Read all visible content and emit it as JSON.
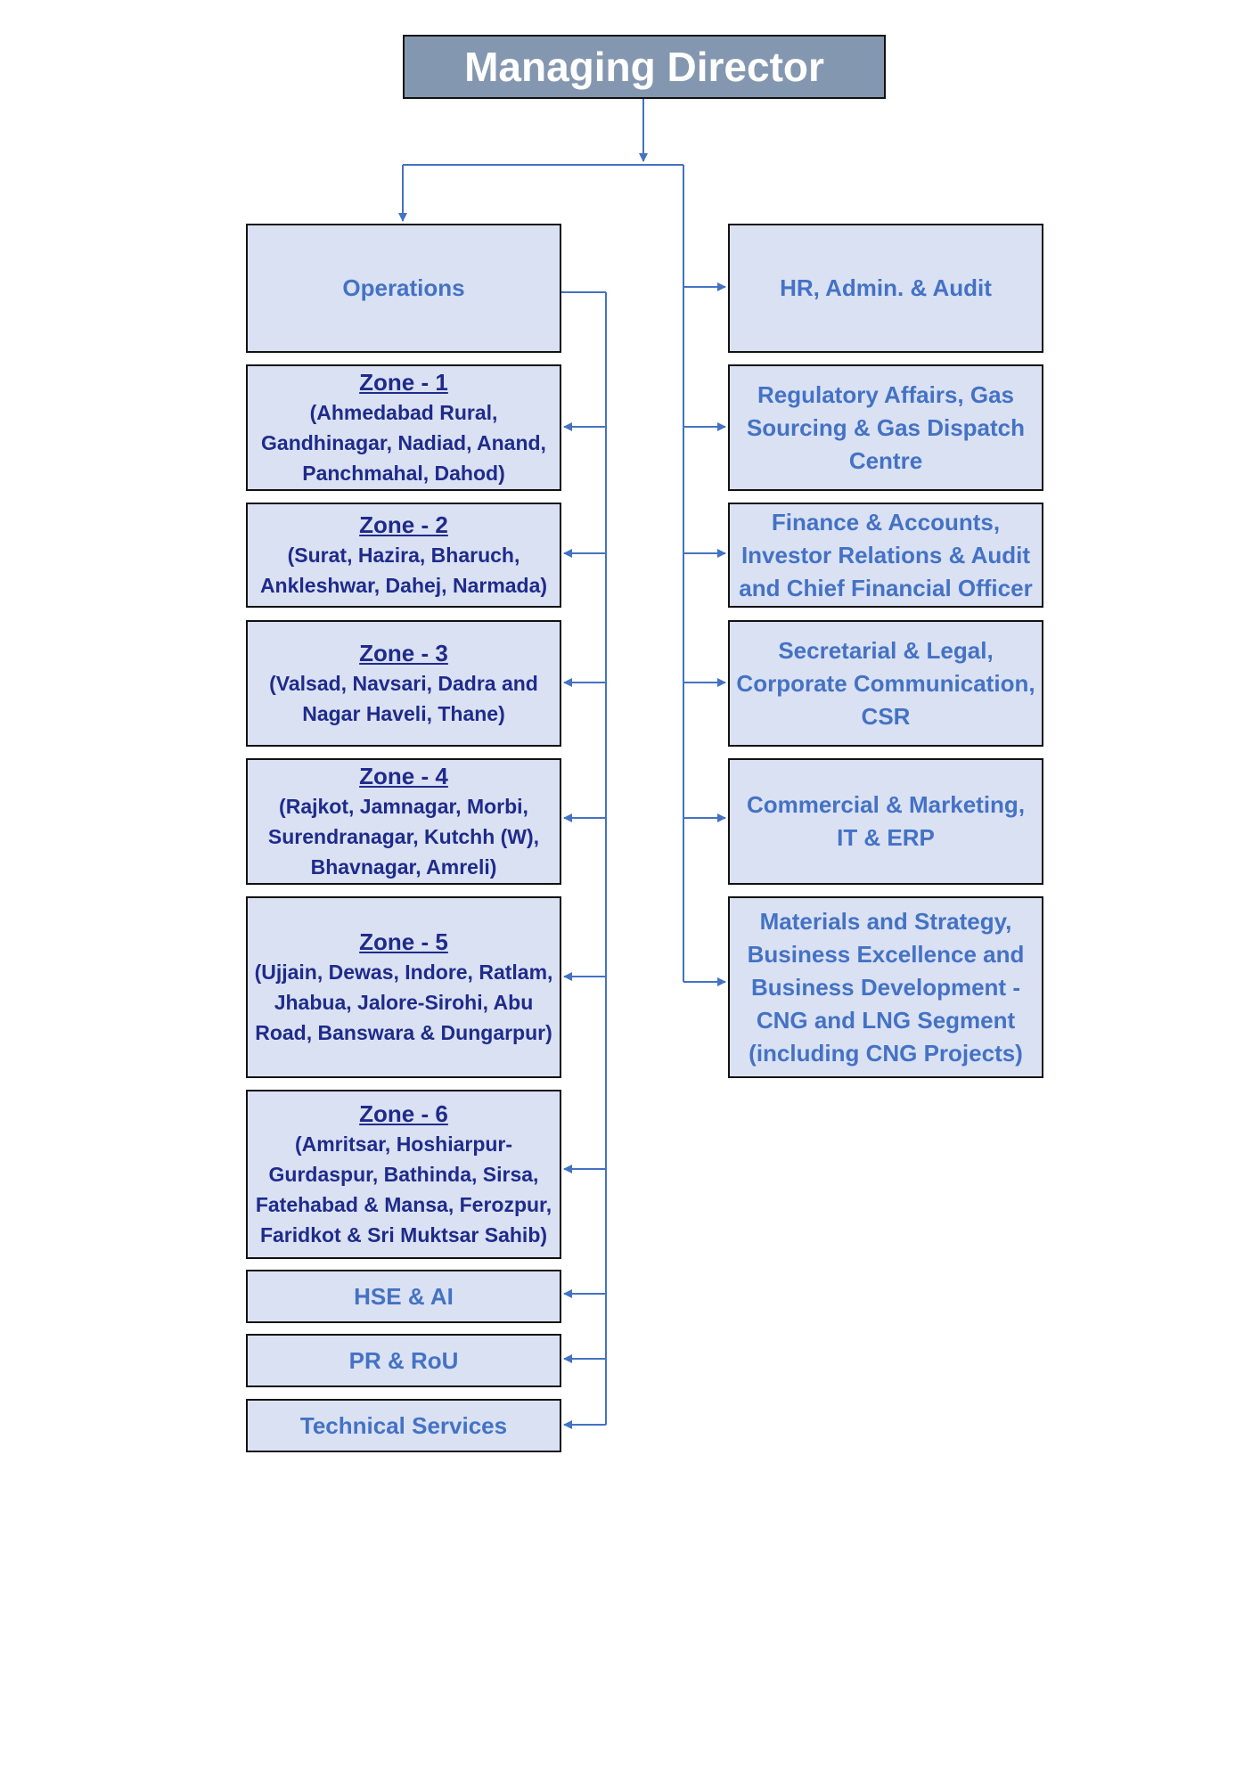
{
  "head": {
    "title": "Managing Director"
  },
  "operations": {
    "title": "Operations",
    "units": [
      {
        "title": "Zone - 1",
        "areas": "(Ahmedabad Rural, Gandhinagar, Nadiad, Anand, Panchmahal, Dahod)"
      },
      {
        "title": "Zone - 2",
        "areas": "(Surat, Hazira, Bharuch, Ankleshwar, Dahej, Narmada)"
      },
      {
        "title": "Zone - 3",
        "areas": "(Valsad, Navsari, Dadra and Nagar Haveli, Thane)"
      },
      {
        "title": "Zone - 4",
        "areas": "(Rajkot, Jamnagar, Morbi, Surendranagar, Kutchh (W), Bhavnagar, Amreli)"
      },
      {
        "title": "Zone - 5",
        "areas": "(Ujjain, Dewas, Indore, Ratlam, Jhabua, Jalore-Sirohi, Abu Road, Banswara & Dungarpur)"
      },
      {
        "title": "Zone - 6",
        "areas": "(Amritsar, Hoshiarpur-Gurdaspur, Bathinda, Sirsa, Fatehabad & Mansa, Ferozpur, Faridkot & Sri Muktsar Sahib)"
      },
      {
        "title": "HSE & AI"
      },
      {
        "title": "PR & RoU"
      },
      {
        "title": "Technical Services"
      }
    ]
  },
  "functions": [
    {
      "title": "HR, Admin. & Audit"
    },
    {
      "title": "Regulatory Affairs, Gas Sourcing & Gas Dispatch Centre"
    },
    {
      "title": "Finance & Accounts, Investor Relations & Audit and Chief Financial Officer"
    },
    {
      "title": "Secretarial & Legal, Corporate Communication, CSR"
    },
    {
      "title": "Commercial & Marketing, IT & ERP"
    },
    {
      "title": "Materials and Strategy, Business Excellence and Business Development - CNG and LNG Segment (including CNG Projects)"
    }
  ],
  "style": {
    "line_color": "#4472c4",
    "box_fill": "#dae1f3",
    "head_fill": "#8497b0",
    "zone_text": "#1f2b8a",
    "dept_text": "#4472c4"
  }
}
